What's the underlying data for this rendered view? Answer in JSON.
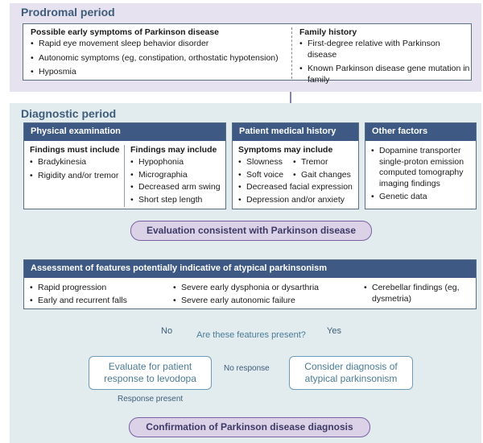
{
  "prodromal": {
    "title": "Prodromal period",
    "early_symptoms_heading": "Possible early symptoms of Parkinson disease",
    "early_symptoms": [
      "Rapid eye movement sleep behavior disorder",
      "Autonomic symptoms (eg, constipation, orthostatic hypotension)",
      "Hyposmia"
    ],
    "family_history_heading": "Family history",
    "family_history": [
      "First-degree relative with Parkinson disease",
      "Known Parkinson disease gene mutation in family"
    ]
  },
  "diagnostic": {
    "title": "Diagnostic period",
    "physical_exam": {
      "header": "Physical examination",
      "must_heading": "Findings must include",
      "must_items": [
        "Bradykinesia",
        "Rigidity and/or tremor"
      ],
      "may_heading": "Findings may include",
      "may_items": [
        "Hypophonia",
        "Micrographia",
        "Decreased arm swing",
        "Short step length"
      ]
    },
    "medical_history": {
      "header": "Patient medical history",
      "heading": "Symptoms may include",
      "items_left": [
        "Slowness",
        "Soft voice"
      ],
      "items_right": [
        "Tremor",
        "Gait changes"
      ],
      "items_full": [
        "Decreased facial expression",
        "Depression and/or anxiety"
      ]
    },
    "other_factors": {
      "header": "Other factors",
      "items": [
        "Dopamine transporter single-proton emission computed tomography imaging findings",
        "Genetic data"
      ]
    },
    "evaluation": "Evaluation consistent with Parkinson disease",
    "atypical": {
      "header": "Assessment of features potentially indicative of atypical parkinsonism",
      "col1": [
        "Rapid progression",
        "Early and recurrent falls"
      ],
      "col2": [
        "Severe early dysphonia or dysarthria",
        "Severe early autonomic failure"
      ],
      "col3": [
        "Cerebellar findings (eg, dysmetria)"
      ]
    },
    "decision": "Are these features present?",
    "no_label": "No",
    "yes_label": "Yes",
    "levodopa_box": "Evaluate for patient response to levodopa",
    "no_response_label": "No response",
    "atypical_box": "Consider diagnosis of atypical parkinsonism",
    "response_present_label": "Response present",
    "confirmation": "Confirmation of Parkinson disease diagnosis"
  },
  "colors": {
    "prodromal_bg": "#e7e2ef",
    "diagnostic_bg": "#e2ecef",
    "header_navy": "#3e5a84",
    "pill_purple": "#7a5fa3",
    "flow_teal": "#6d9bb8"
  }
}
